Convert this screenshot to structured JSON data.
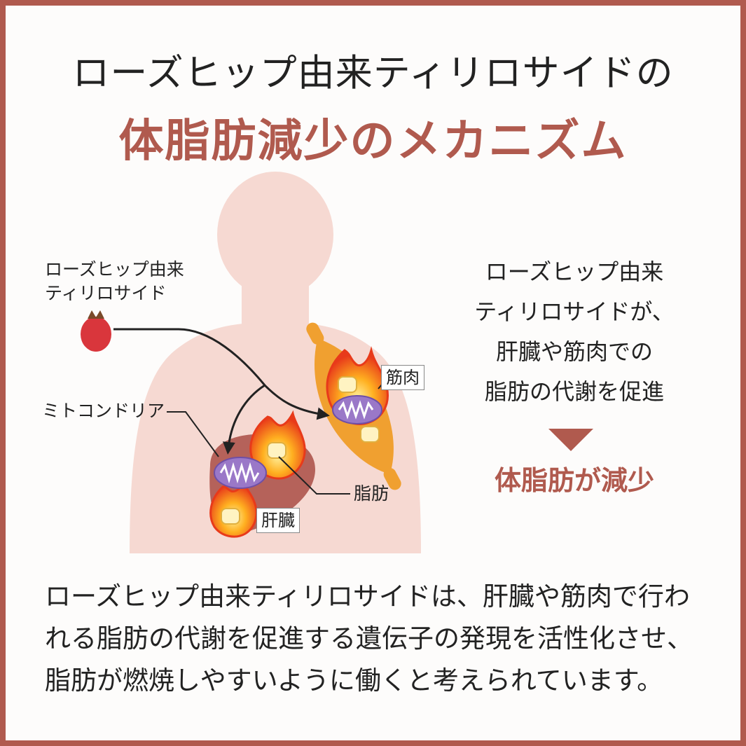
{
  "title": {
    "line1": "ローズヒップ由来ティリロサイドの",
    "line2": "体脂肪減少のメカニズム"
  },
  "labels": {
    "ingredient": [
      "ローズヒップ由来",
      "ティリロサイド"
    ],
    "mitochondria": "ミトコンドリア",
    "muscle": "筋肉",
    "fat": "脂肪",
    "liver": "肝臓"
  },
  "explanation": {
    "lines": [
      "ローズヒップ由来",
      "ティリロサイドが、",
      "肝臓や筋肉での",
      "脂肪の代謝を促進"
    ],
    "result": "体脂肪が減少"
  },
  "description": {
    "lines": [
      "ローズヒップ由来ティリロサイドは、肝臓や筋肉で行わ",
      "れる脂肪の代謝を促進する遺伝子の発現を活性化させ、",
      "脂肪が燃焼しやすいように働くと考えられています。"
    ]
  },
  "colors": {
    "border": "#b05a4e",
    "accent": "#b05a4e",
    "body_silhouette": "#f6d9d2",
    "liver": "#b5625a",
    "muscle": "#f0a030",
    "flame": "#e83a1a",
    "mitochondria": "#9a78c8",
    "rosehip": "#d9363c"
  },
  "icons": [
    "rosehip-icon",
    "flame-icon",
    "mitochondria-icon",
    "fat-droplet-icon",
    "arrow-down-triangle-icon"
  ]
}
